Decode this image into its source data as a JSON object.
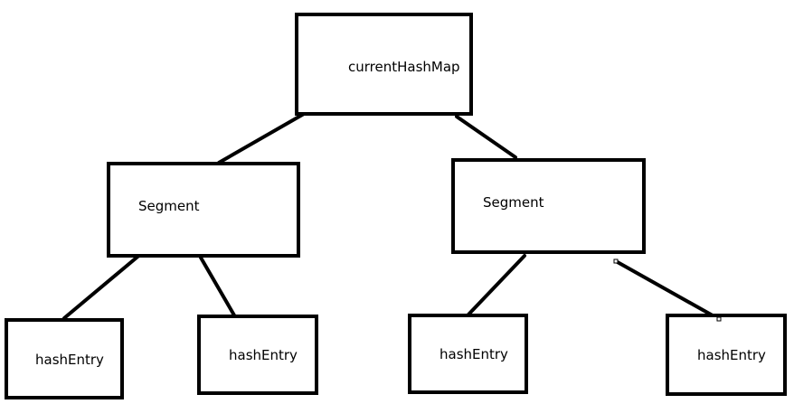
{
  "diagram": {
    "root": {
      "label": "currentHashMap"
    },
    "segments": [
      {
        "label": "Segment"
      },
      {
        "label": "Segment"
      }
    ],
    "entries": [
      {
        "label": "hashEntry"
      },
      {
        "label": "hashEntry"
      },
      {
        "label": "hashEntry"
      },
      {
        "label": "hashEntry"
      }
    ]
  }
}
